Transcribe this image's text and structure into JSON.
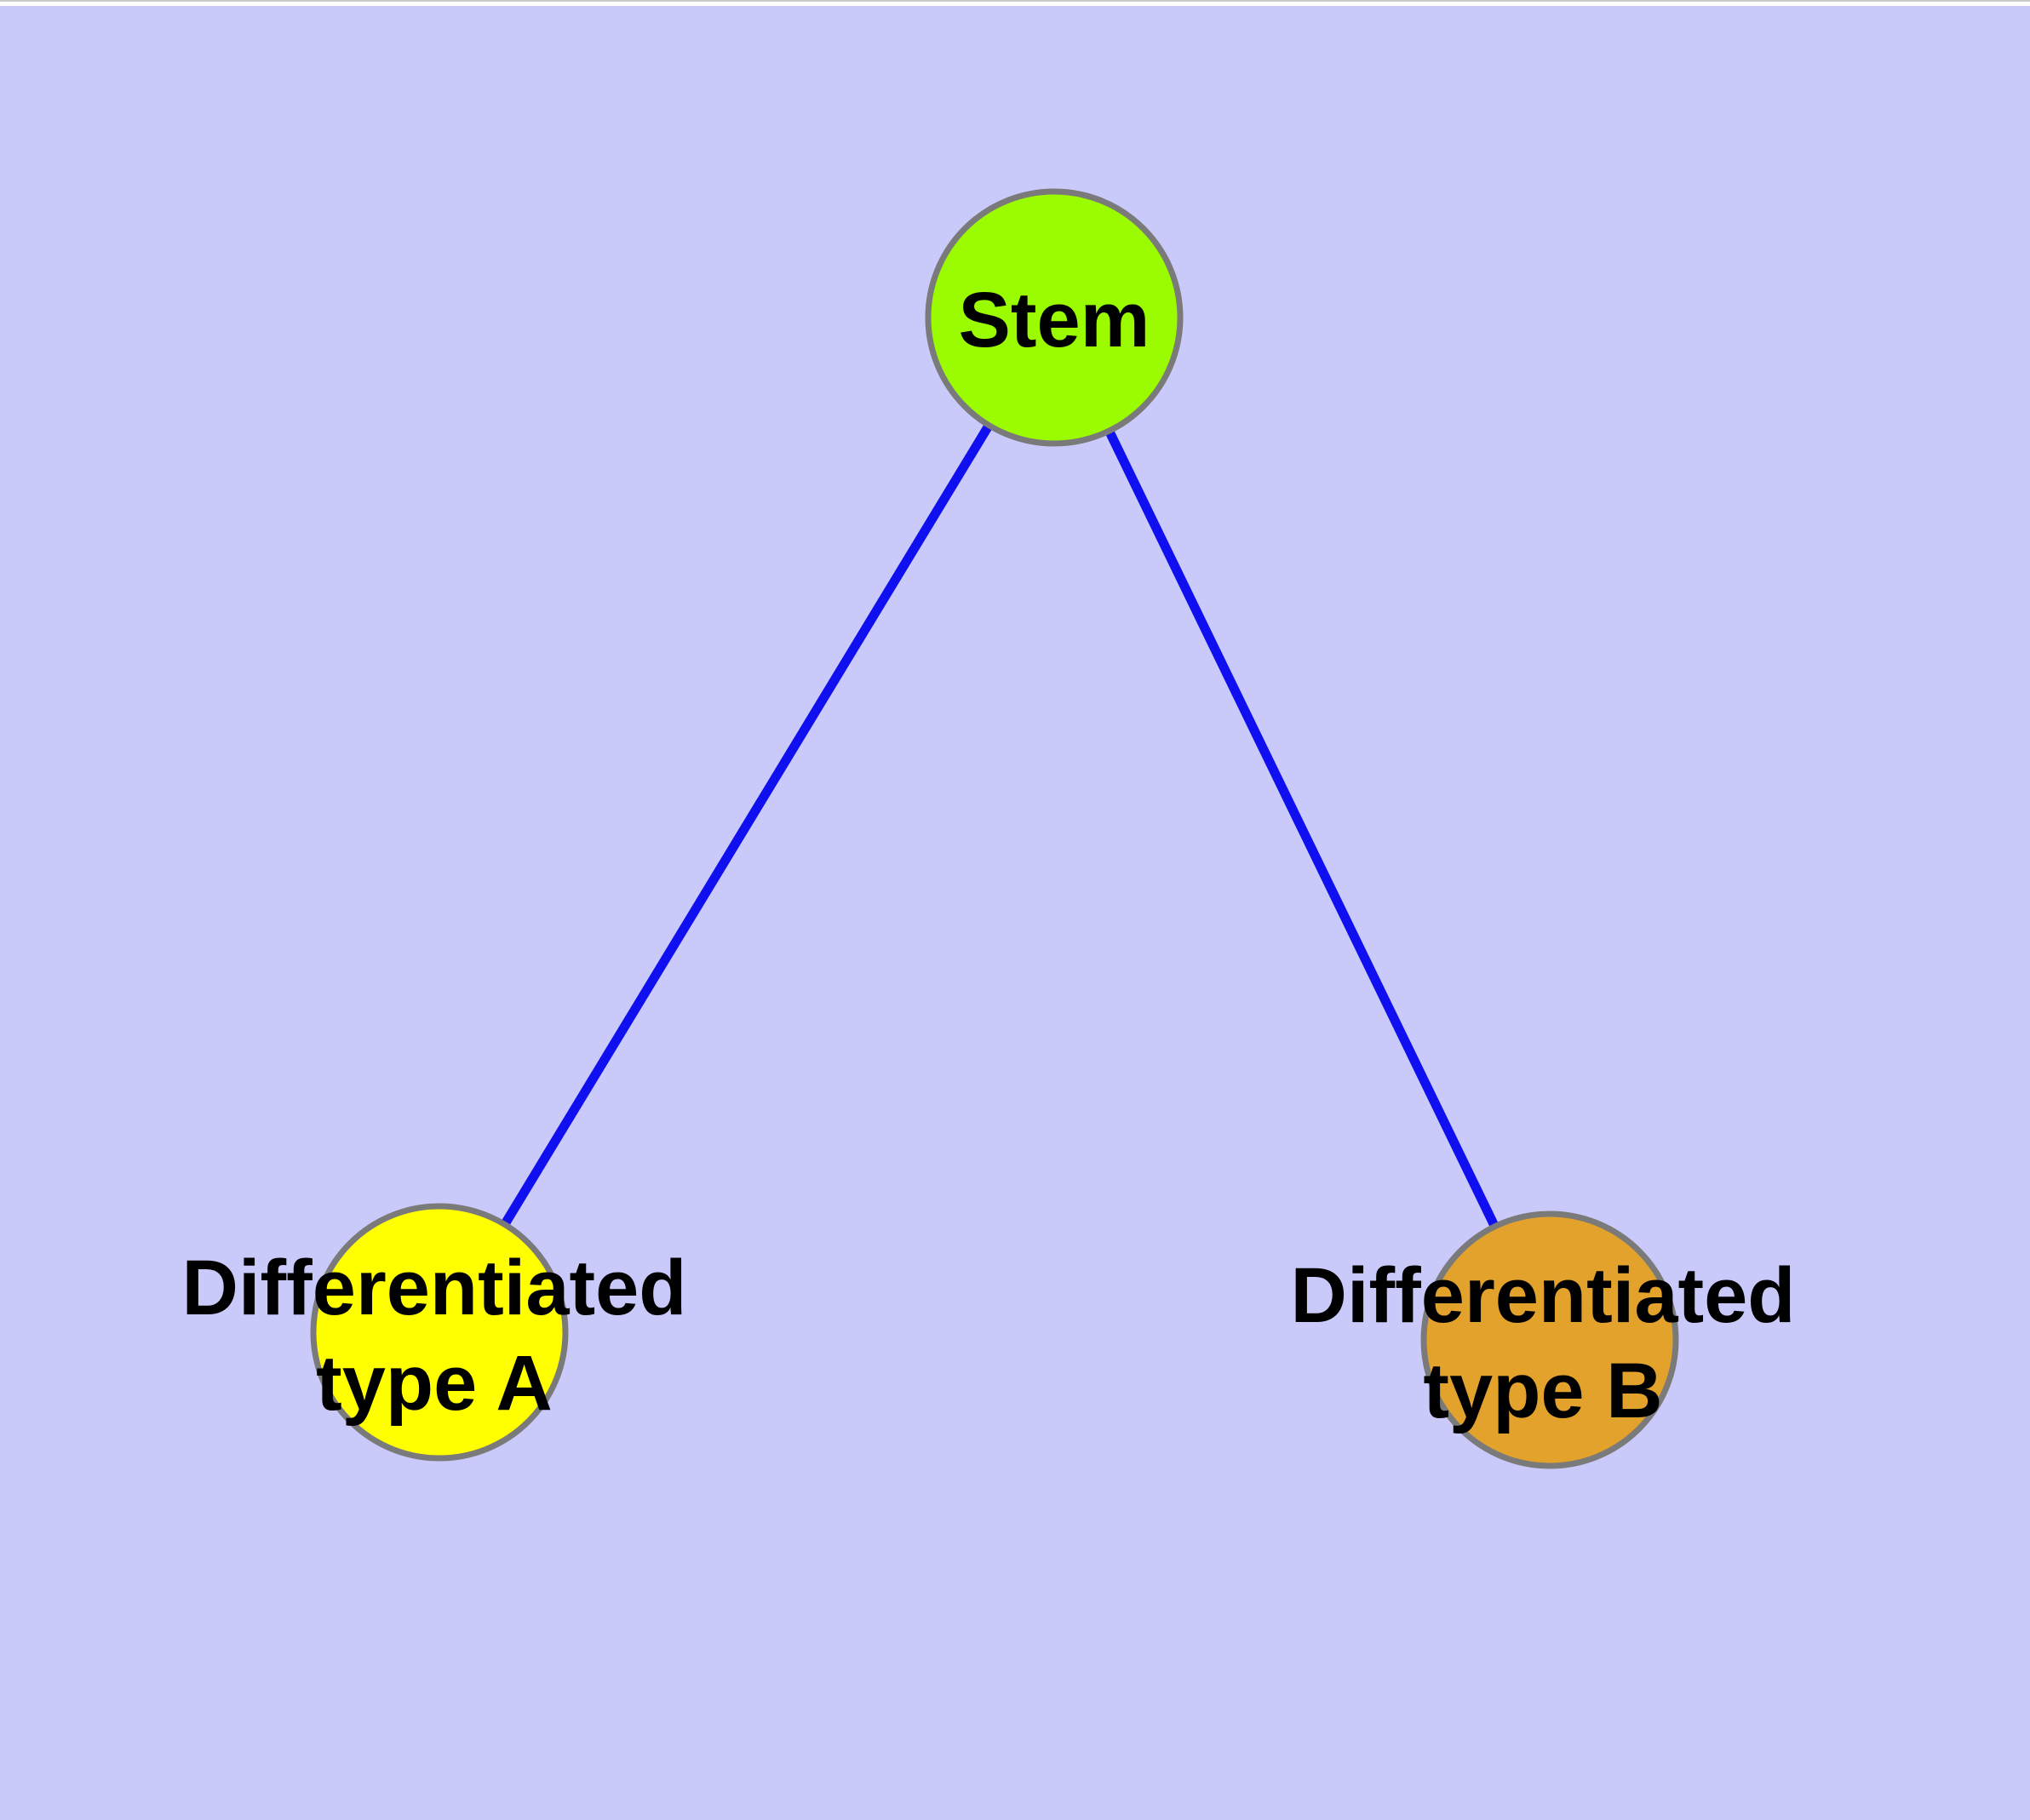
{
  "diagram": {
    "type": "node-link-graph",
    "background_color": "#CACAFA",
    "margin_color": "#FFFFFF",
    "edge_color": "#0F0FF0",
    "node_border_color": "#7A7A7A",
    "text_color": "#000000",
    "nodes": [
      {
        "id": "stem",
        "label": "Stem",
        "line1": "Stem",
        "fill": "#9BFB00"
      },
      {
        "id": "differentiated-type-a",
        "label": "Differentiated type A",
        "line1": "Differentiated",
        "line2": "type A",
        "fill": "#FFFF00"
      },
      {
        "id": "differentiated-type-b",
        "label": "Differentiated type B",
        "line1": "Differentiated",
        "line2": "type B",
        "fill": "#E2A22B"
      }
    ],
    "edges": [
      {
        "from": "Stem",
        "to": "Differentiated type A"
      },
      {
        "from": "Stem",
        "to": "Differentiated type B"
      }
    ]
  }
}
